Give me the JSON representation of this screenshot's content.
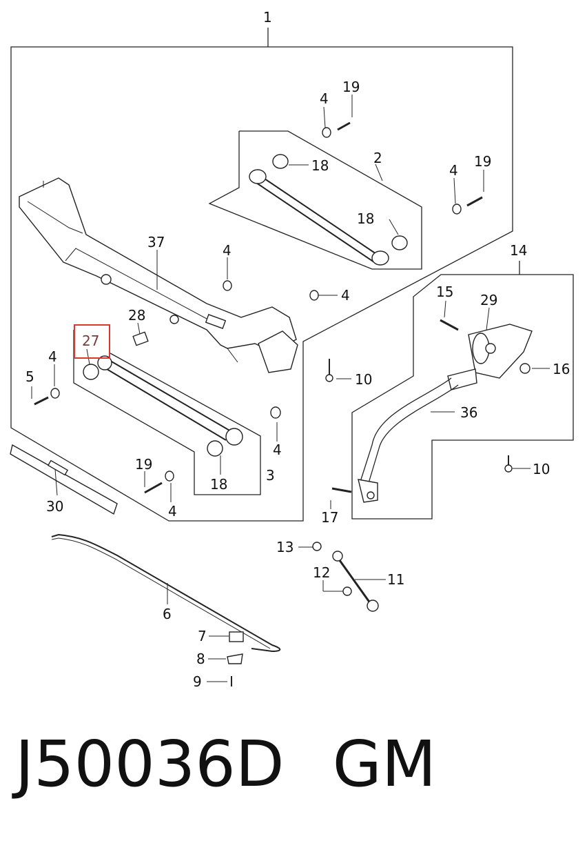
{
  "callouts": {
    "c1": "1",
    "c2": "2",
    "c3": "3",
    "c4a": "4",
    "c4b": "4",
    "c4c": "4",
    "c4d": "4",
    "c4e": "4",
    "c4f": "4",
    "c4g": "4",
    "c5": "5",
    "c6": "6",
    "c7": "7",
    "c8": "8",
    "c9": "9",
    "c10a": "10",
    "c10b": "10",
    "c11": "11",
    "c12": "12",
    "c13": "13",
    "c14": "14",
    "c15": "15",
    "c16": "16",
    "c17": "17",
    "c18a": "18",
    "c18b": "18",
    "c18c": "18",
    "c19a": "19",
    "c19b": "19",
    "c19c": "19",
    "c27": "27",
    "c28": "28",
    "c29": "29",
    "c30": "30",
    "c36": "36",
    "c37": "37"
  },
  "highlight": {
    "part": "27",
    "color": "#e0342f"
  },
  "footer": {
    "part_number": "J50036D",
    "brand": "GM"
  }
}
